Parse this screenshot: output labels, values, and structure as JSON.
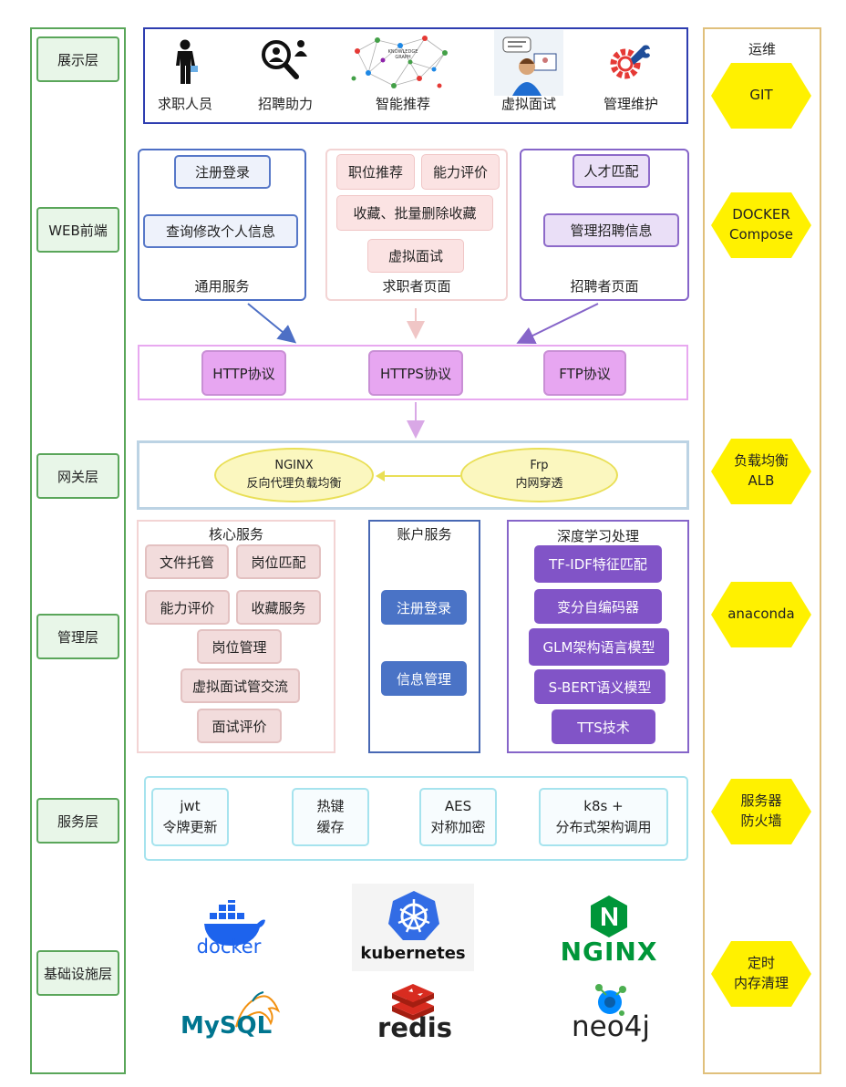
{
  "layers": [
    "展示层",
    "WEB前端",
    "网关层",
    "管理层",
    "服务层",
    "基础设施层"
  ],
  "ops": {
    "title": "运维",
    "items": [
      "GIT",
      "DOCKER\nCompose",
      "负载均衡\nALB",
      "anaconda",
      "服务器\n防火墙",
      "定时\n内存清理"
    ]
  },
  "display": {
    "items": [
      "求职人员",
      "招聘助力",
      "智能推荐",
      "虚拟面试",
      "管理维护"
    ],
    "graph_text": "KNOWLEDGE\nGRAPH"
  },
  "web": {
    "general": {
      "items": [
        "注册登录",
        "查询修改个人信息"
      ],
      "caption": "通用服务"
    },
    "seeker": {
      "items": [
        "职位推荐",
        "能力评价",
        "收藏、批量删除收藏",
        "虚拟面试"
      ],
      "caption": "求职者页面"
    },
    "recruiter": {
      "items": [
        "人才匹配",
        "管理招聘信息"
      ],
      "caption": "招聘者页面"
    }
  },
  "protocols": [
    "HTTP协议",
    "HTTPS协议",
    "FTP协议"
  ],
  "gateway": {
    "nginx": "NGINX\n反向代理负载均衡",
    "frp": "Frp\n内网穿透"
  },
  "management": {
    "core": {
      "title": "核心服务",
      "items": [
        "文件托管",
        "岗位匹配",
        "能力评价",
        "收藏服务",
        "岗位管理",
        "虚拟面试管交流",
        "面试评价"
      ]
    },
    "account": {
      "title": "账户服务",
      "items": [
        "注册登录",
        "信息管理"
      ]
    },
    "deep_learning": {
      "title": "深度学习处理",
      "items": [
        "TF-IDF特征匹配",
        "变分自编码器",
        "GLM架构语言模型",
        "S-BERT语义模型",
        "TTS技术"
      ]
    }
  },
  "services": [
    "jwt\n令牌更新",
    "热键\n缓存",
    "AES\n对称加密",
    "k8s +\n分布式架构调用"
  ],
  "infra": {
    "logos": [
      "docker",
      "kubernetes",
      "NGINX",
      "MySQL",
      "redis",
      "neo4j"
    ]
  },
  "colors": {
    "layer_border": "#5aa65a",
    "ops_border": "#e0c07c",
    "hex_fill": "#fff100",
    "display_border": "#2e3db0",
    "docker_blue": "#1d63ed",
    "k8s_blue": "#326ce5",
    "nginx_green": "#009639",
    "mysql_blue": "#00758f",
    "redis_red": "#d82c20",
    "neo4j_blue": "#018bff"
  }
}
